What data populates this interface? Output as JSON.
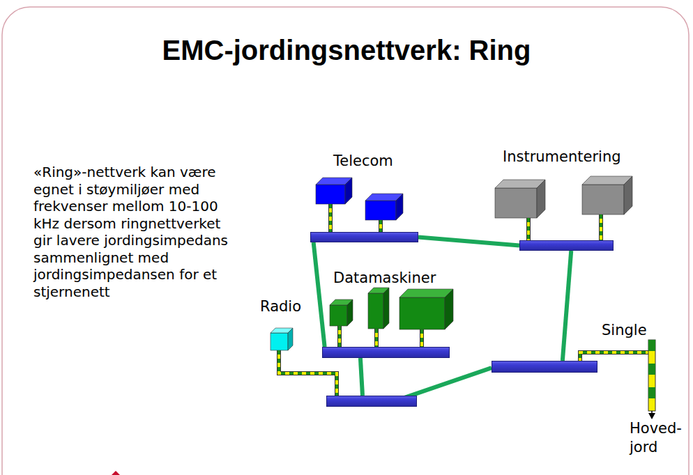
{
  "diagram": {
    "title": "EMC-jordingsnettverk: Ring",
    "nodes": [
      {
        "text": [
          "Telecom"
        ]
      },
      {
        "text": [
          "Instrumentering"
        ]
      },
      {
        "text": [
          "Datamaskiner"
        ]
      },
      {
        "text": [
          "Radio"
        ]
      },
      {
        "text": [
          "Single"
        ]
      }
    ],
    "edges": [
      {
        "from": 0,
        "to": 1,
        "arrow": "none"
      },
      {
        "from": 0,
        "to": 2,
        "arrow": "none"
      },
      {
        "from": 1,
        "to": 4,
        "arrow": "none"
      },
      {
        "from": 2,
        "to": 3,
        "arrow": "none"
      },
      {
        "from": 3,
        "to": 4,
        "arrow": "none"
      }
    ],
    "labels": [
      "«Ring»-nettverk kan være egnet i støymiljøer med frekvenser mellom 10-100 kHz dersom ringnettverket gir lavere jordingsimpedans sammenlignet med jordingsimpedansen for et stjernenett",
      "Hoved- jord"
    ]
  }
}
